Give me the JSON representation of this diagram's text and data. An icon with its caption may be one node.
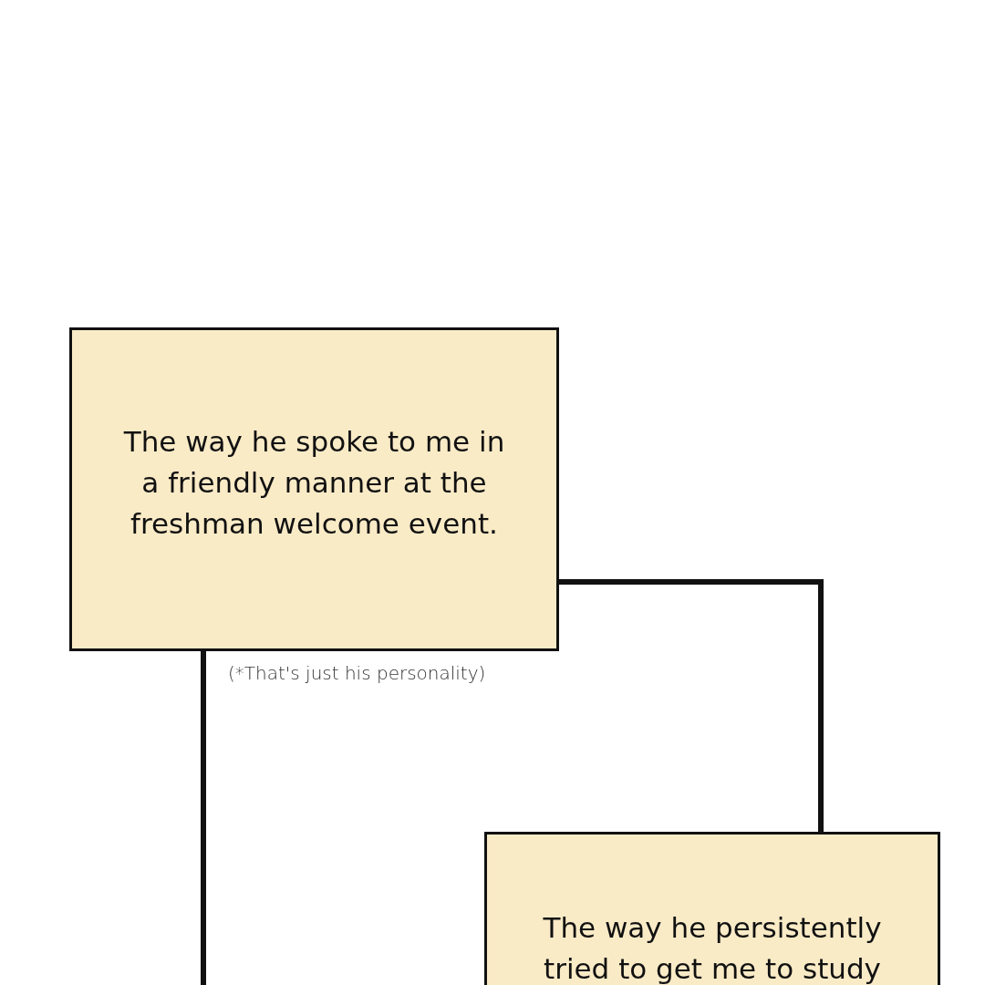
{
  "diagram": {
    "nodes": [
      {
        "text": [
          "The way he spoke to me in a friendly manner at the freshman welcome event."
        ],
        "beside": [
          "(*That's just his personality)"
        ]
      },
      {
        "text": [
          "The way he persistently tried to get me to study"
        ]
      }
    ],
    "edges": [
      {
        "from": 0,
        "to": 1,
        "arrow": "none"
      },
      {
        "from": 0,
        "to": null,
        "arrow": "none"
      }
    ]
  }
}
